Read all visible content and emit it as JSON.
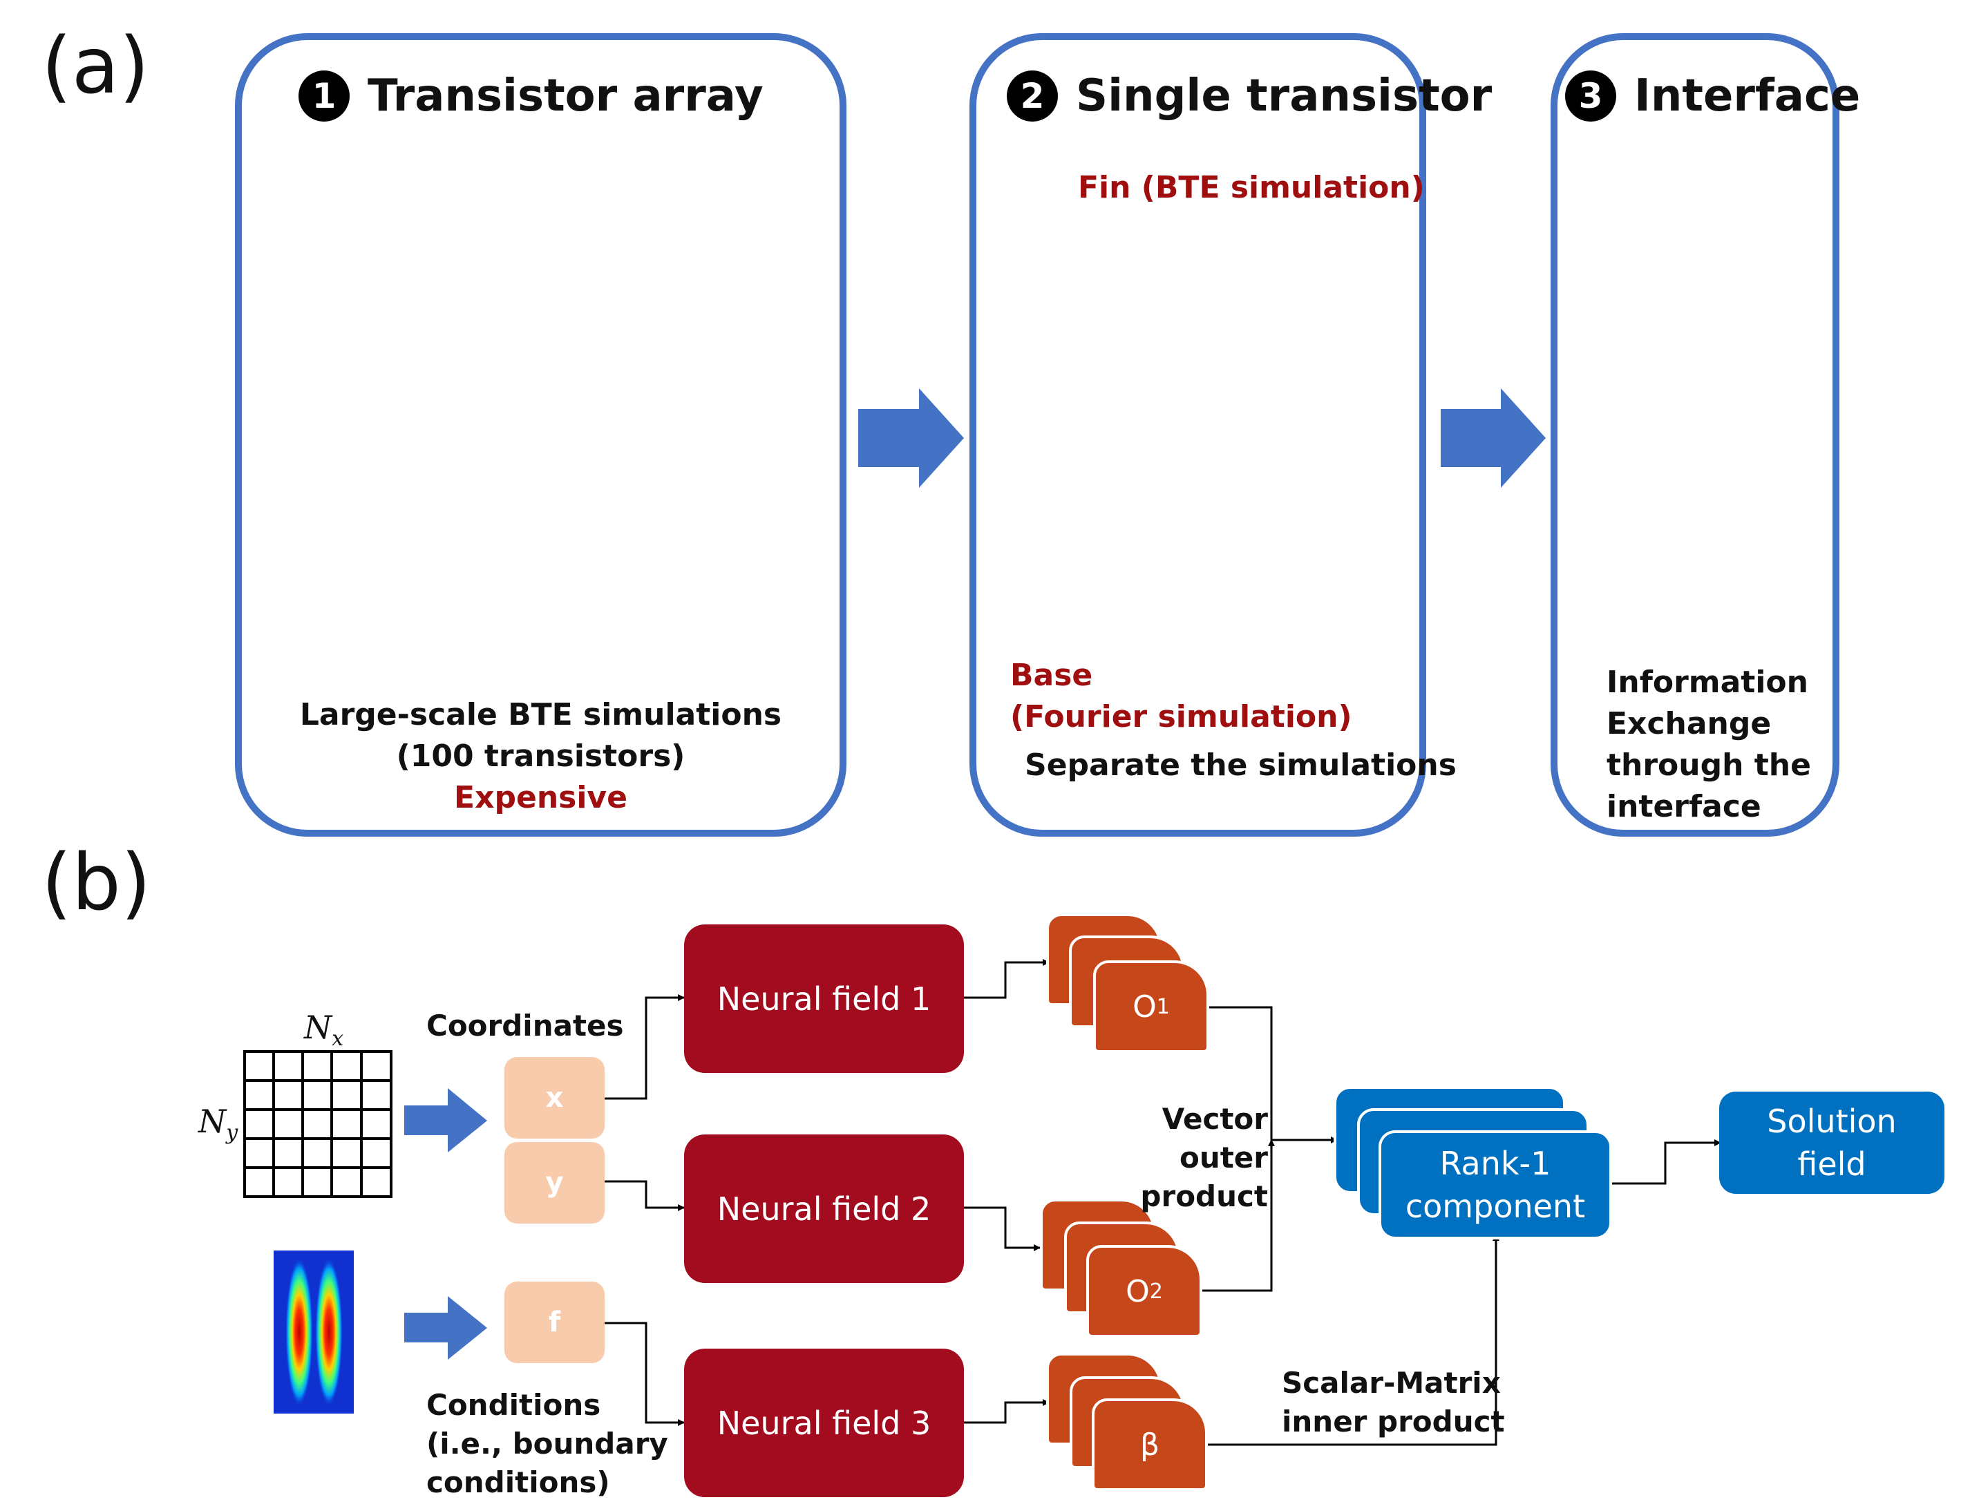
{
  "panel_a": {
    "label": "(a)",
    "box1": {
      "number": "1",
      "title": "Transistor array",
      "caption_line1": "Large-scale BTE simulations",
      "caption_line2": "(100 transistors)",
      "caption_red": "Expensive"
    },
    "box2": {
      "number": "2",
      "title": "Single transistor",
      "fin_label": "Fin (BTE simulation)",
      "base_label_line1": "Base",
      "base_label_line2": "(Fourier simulation)",
      "caption": "Separate the simulations"
    },
    "box3": {
      "number": "3",
      "title": "Interface",
      "caption_lines": [
        "Information",
        "Exchange",
        "through the",
        "interface"
      ]
    }
  },
  "panel_b": {
    "label": "(b)",
    "grid": {
      "nx_label": "N",
      "nx_sub": "x",
      "ny_label": "N",
      "ny_sub": "y"
    },
    "coordinates_label": "Coordinates",
    "coord_x": "x",
    "coord_y": "y",
    "cond_f": "f",
    "conditions_lines": [
      "Conditions",
      "(i.e., boundary",
      "conditions)"
    ],
    "neural_fields": [
      "Neural field 1",
      "Neural field 2",
      "Neural field 3"
    ],
    "outputs": {
      "o1": "O",
      "o1_sub": "1",
      "o2": "O",
      "o2_sub": "2",
      "beta": "β"
    },
    "vector_outer_lines": [
      "Vector outer",
      "product"
    ],
    "scalar_matrix_lines": [
      "Scalar-Matrix",
      "inner product"
    ],
    "rank1_lines": [
      "Rank-1",
      "component"
    ],
    "solution_lines": [
      "Solution",
      "field"
    ]
  },
  "colors": {
    "box_border": "#4472c4",
    "arrow_blue": "#4472c4",
    "neural_field": "#a30c1f",
    "coord_box": "#f8cbad",
    "output_stack": "#c5471a",
    "rank_solution": "#0070c0",
    "highlight_red": "#a00f0f",
    "yellow_arrow": "#f2b418",
    "device_navy": "#1f2d7a"
  }
}
